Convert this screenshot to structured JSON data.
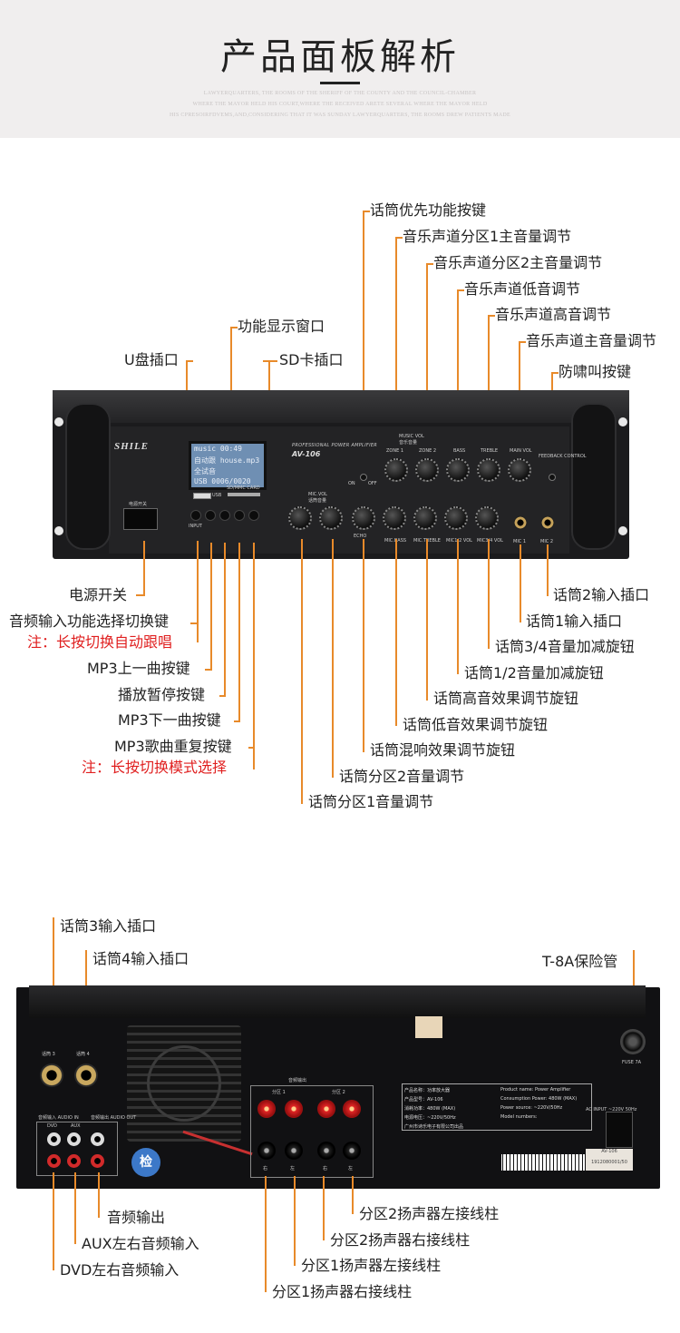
{
  "header": {
    "title": "产品面板解析",
    "subtext": [
      "LAWYERQUARTERS, THE ROOMS OF THE SHERIFF OF THE COUNTY AND THE COUNCIL-CHAMBER",
      "WHERE THE MAYOR HELD HIS COURT,WHERE THE RECEIVED ARETE SEVERAL WHERE THE MAYOR HELD",
      "HIS CPRESOIRFDVEMS,AND,CONSIDERING THAT IT WAS SUNDAY LAWYERQUARTERS, THE ROOMS DREW PATIENTS MADE"
    ]
  },
  "front": {
    "device": {
      "brand": "SHILE",
      "model": "AV-106",
      "series": "PROFESSIONAL POWER AMPLIFIER",
      "lcd": [
        "music 00:49",
        "自动跟 house.mp3",
        "全试音",
        "USB 0006/0020"
      ],
      "power_switch": "电源开关",
      "panel_texts": [
        "USB",
        "SD/MMC CARD",
        "INPUT",
        "MUSIC VOL",
        "音乐音量",
        "ZONE 1",
        "ZONE 2",
        "BASS",
        "TREBLE",
        "MAIN VOL",
        "FEEDBACK CONTROL",
        "MIC.VOL",
        "话筒音量",
        "ECHO",
        "MIC.BASS",
        "MIC.TREBLE",
        "MIC1/2 VOL",
        "MIC3/4 VOL",
        "MIC 1",
        "MIC 2",
        "ON",
        "OFF"
      ]
    },
    "labels_top": {
      "mic_priority": "话筒优先功能按键",
      "zone1_main": "音乐声道分区1主音量调节",
      "zone2_main": "音乐声道分区2主音量调节",
      "bass": "音乐声道低音调节",
      "treble": "音乐声道高音调节",
      "main_vol": "音乐声道主音量调节",
      "feedback": "防啸叫按键",
      "display": "功能显示窗口",
      "usb": "U盘插口",
      "sd": "SD卡插口"
    },
    "labels_bottom_left": {
      "power": "电源开关",
      "input_select": "音频输入功能选择切换键",
      "input_note": "注：长按切换自动跟唱",
      "prev": "MP3上一曲按键",
      "play": "播放暂停按键",
      "next": "MP3下一曲按键",
      "repeat": "MP3歌曲重复按键",
      "repeat_note": "注：长按切换模式选择"
    },
    "labels_bottom_right": {
      "mic2_in": "话筒2输入插口",
      "mic1_in": "话筒1输入插口",
      "mic34": "话筒3/4音量加减旋钮",
      "mic12": "话筒1/2音量加减旋钮",
      "mic_treble": "话筒高音效果调节旋钮",
      "mic_bass": "话筒低音效果调节旋钮",
      "echo": "话筒混响效果调节旋钮",
      "zone2_vol": "话筒分区2音量调节",
      "zone1_vol": "话筒分区1音量调节"
    }
  },
  "rear": {
    "device": {
      "mic3": "话筒 3",
      "mic4": "话筒 4",
      "audio_in": "音频输入 AUDIO IN",
      "dvd": "DVD",
      "aux": "AUX",
      "audio_out": "音频输出 AUDIO OUT",
      "speaker_out": "音频输出",
      "zone1": "分区 1",
      "zone2": "分区 2",
      "right": "右",
      "left": "左",
      "spec": [
        "产品名称：功率放大器",
        "Product name: Power Amplifier",
        "产品型号：AV-106",
        "Consumption Power: 480W (MAX)",
        "消耗功率：480W (MAX)",
        "Power source: ~220V/50Hz",
        "电源电压：~220V/50Hz",
        "Model numbers:",
        "广州市诗乐电子有限公司出品"
      ],
      "fuse": "FUSE 7A",
      "ac_input": "AC INPUT ~220V 50Hz",
      "badge": "检",
      "sticker": "AV-106",
      "sticker_code": "1912080001/50"
    },
    "labels_top": {
      "mic3_in": "话筒3输入插口",
      "mic4_in": "话筒4输入插口",
      "fuse": "T-8A保险管"
    },
    "labels_bottom": {
      "audio_out": "音频输出",
      "aux_in": "AUX左右音频输入",
      "dvd_in": "DVD左右音频输入",
      "zone2_left": "分区2扬声器左接线柱",
      "zone2_right": "分区2扬声器右接线柱",
      "zone1_left": "分区1扬声器左接线柱",
      "zone1_right": "分区1扬声器右接线柱"
    }
  }
}
